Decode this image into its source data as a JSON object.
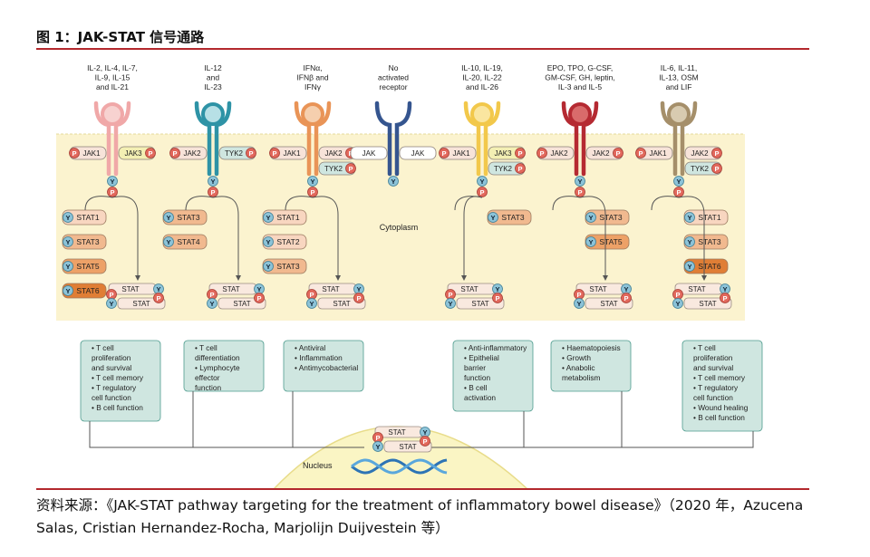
{
  "figure_title": "图 1：JAK-STAT 信号通路",
  "source_text": "资料来源：《JAK-STAT pathway targeting for the treatment of inflammatory bowel disease》（2020 年，Azucena Salas, Cristian Hernandez-Rocha, Marjolijn Duijvestein 等）",
  "cytoplasm_label": "Cytoplasm",
  "nucleus_label": "Nucleus",
  "phospho_label": "P",
  "tyrosine_label": "Y",
  "stat_label": "STAT",
  "colors": {
    "accent_rule": "#b3282d",
    "cytoplasm_band": "#fbf3cf",
    "nucleus": "#faf5c4",
    "box_fill": "#cfe6e0",
    "box_stroke": "#4e9c8e",
    "phospho": "#e2685c",
    "tyrosine": "#8cc3d8",
    "jak_fill": "#f7e3d9",
    "dna_blue": "#2d74b5"
  },
  "receptors": [
    {
      "ligands": [
        "IL-2, IL-4, IL-7,",
        "IL-9, IL-15",
        "and IL-21"
      ],
      "color": "#f0a8a8",
      "inner": "#f7d2d0",
      "jaks": [
        {
          "label": "JAK1",
          "p": "left",
          "tone": "#f7e3d9"
        },
        {
          "label": "JAK3",
          "p": "right",
          "tone": "#f3efb3"
        }
      ],
      "stats": [
        {
          "label": "STAT1",
          "tone": "#f8d6c0"
        },
        {
          "label": "STAT3",
          "tone": "#f1b98f"
        },
        {
          "label": "STAT5",
          "tone": "#eda167"
        },
        {
          "label": "STAT6",
          "tone": "#e07e35"
        }
      ],
      "effects": [
        "T cell proliferation and survival",
        "T cell memory",
        "T regulatory cell function",
        "B cell function"
      ]
    },
    {
      "ligands": [
        "IL-12",
        "and",
        "IL-23"
      ],
      "color": "#2e93a6",
      "inner": "#b7e0e6",
      "jaks": [
        {
          "label": "JAK2",
          "p": "left",
          "tone": "#f7e3d9"
        },
        {
          "label": "TYK2",
          "p": "right",
          "tone": "#cfe6e0"
        }
      ],
      "stats": [
        {
          "label": "STAT3",
          "tone": "#f1b98f"
        },
        {
          "label": "STAT4",
          "tone": "#f1b98f"
        }
      ],
      "effects": [
        "T cell differentiation",
        "Lymphocyte effector function"
      ]
    },
    {
      "ligands": [
        "IFNα,",
        "IFNβ and",
        "IFNγ"
      ],
      "color": "#e99457",
      "inner": "#f5cfae",
      "jaks": [
        {
          "label": "JAK1",
          "p": "left",
          "tone": "#f7e3d9"
        },
        {
          "label": "JAK2",
          "p": "right",
          "tone": "#f7e3d9"
        },
        {
          "label": "TYK2",
          "p": "right",
          "tone": "#cfe6e0"
        }
      ],
      "stats": [
        {
          "label": "STAT1",
          "tone": "#f8d6c0"
        },
        {
          "label": "STAT2",
          "tone": "#f8d6c0"
        },
        {
          "label": "STAT3",
          "tone": "#f1b98f"
        }
      ],
      "effects": [
        "Antiviral",
        "Inflammation",
        "Antimycobacterial"
      ]
    },
    {
      "ligands": [
        "No",
        "activated",
        "receptor"
      ],
      "color": "#35558f",
      "inner": "#ffffff",
      "jaks": [
        {
          "label": "JAK",
          "p": "none",
          "tone": "#ffffff"
        },
        {
          "label": "JAK",
          "p": "none",
          "tone": "#ffffff"
        }
      ],
      "stats": [],
      "effects": []
    },
    {
      "ligands": [
        "IL-10, IL-19,",
        "IL-20, IL-22",
        "and IL-26"
      ],
      "color": "#f2c84b",
      "inner": "#fae6a0",
      "jaks": [
        {
          "label": "JAK1",
          "p": "left",
          "tone": "#f7e3d9"
        },
        {
          "label": "JAK3",
          "p": "right",
          "tone": "#f3efb3"
        },
        {
          "label": "TYK2",
          "p": "right",
          "tone": "#cfe6e0"
        }
      ],
      "stats": [
        {
          "label": "STAT3",
          "tone": "#f1b98f"
        }
      ],
      "effects": [
        "Anti-inflammatory",
        "Epithelial barrier function",
        "B cell activation"
      ]
    },
    {
      "ligands": [
        "EPO, TPO, G-CSF,",
        "GM-CSF, GH, leptin,",
        "IL-3 and IL-5"
      ],
      "color": "#b52a32",
      "inner": "#d96b6b",
      "jaks": [
        {
          "label": "JAK2",
          "p": "left",
          "tone": "#f7e3d9"
        },
        {
          "label": "JAK2",
          "p": "right",
          "tone": "#f7e3d9"
        }
      ],
      "stats": [
        {
          "label": "STAT3",
          "tone": "#f1b98f"
        },
        {
          "label": "STAT5",
          "tone": "#eda167"
        }
      ],
      "effects": [
        "Haematopoiesis",
        "Growth",
        "Anabolic metabolism"
      ]
    },
    {
      "ligands": [
        "IL-6, IL-11,",
        "IL-13, OSM",
        "and LIF"
      ],
      "color": "#a58f6a",
      "inner": "#d8cbb0",
      "jaks": [
        {
          "label": "JAK1",
          "p": "left",
          "tone": "#f7e3d9"
        },
        {
          "label": "JAK2",
          "p": "right",
          "tone": "#f7e3d9"
        },
        {
          "label": "TYK2",
          "p": "right",
          "tone": "#cfe6e0"
        }
      ],
      "stats": [
        {
          "label": "STAT1",
          "tone": "#f8d6c0"
        },
        {
          "label": "STAT3",
          "tone": "#f1b98f"
        },
        {
          "label": "STAT6",
          "tone": "#e07e35"
        }
      ],
      "effects": [
        "T cell proliferation and survival",
        "T cell memory",
        "T regulatory cell function",
        "Wound healing",
        "B cell function"
      ]
    }
  ]
}
